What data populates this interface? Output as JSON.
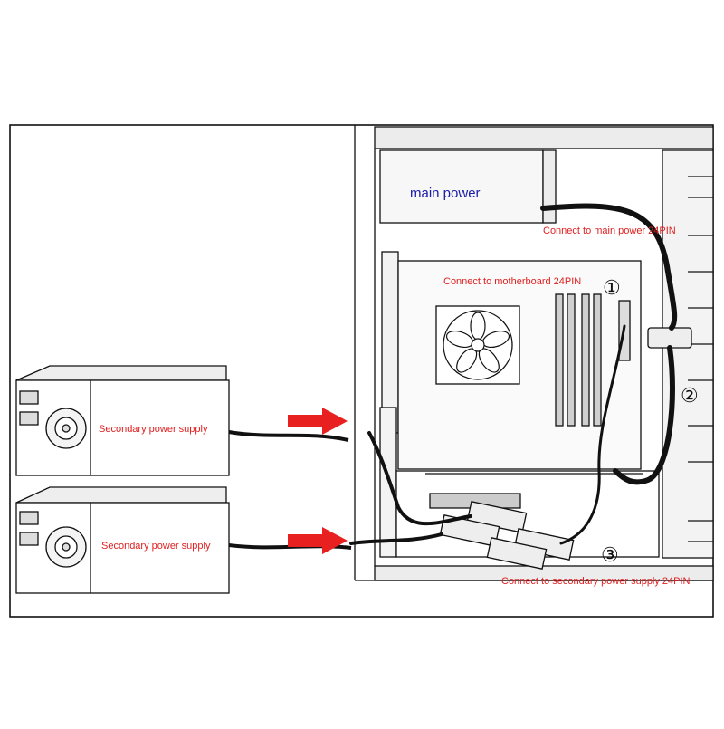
{
  "labels": {
    "main_power": "main power",
    "connect_main": "Connect to main power 24PIN",
    "connect_motherboard": "Connect to motherboard 24PIN",
    "connect_secondary": "Connect to secondary power supply 24PIN",
    "secondary_psu_1": "Secondary power supply",
    "secondary_psu_2": "Secondary power supply",
    "marker_1": "①",
    "marker_2": "②",
    "marker_3": "③"
  },
  "colors": {
    "label_red": "#e02020",
    "label_blue": "#1a1aa8",
    "arrow_red": "#e82020",
    "line": "#111111",
    "panel_gray": "#ececec",
    "case_light": "#f7f7f7"
  }
}
